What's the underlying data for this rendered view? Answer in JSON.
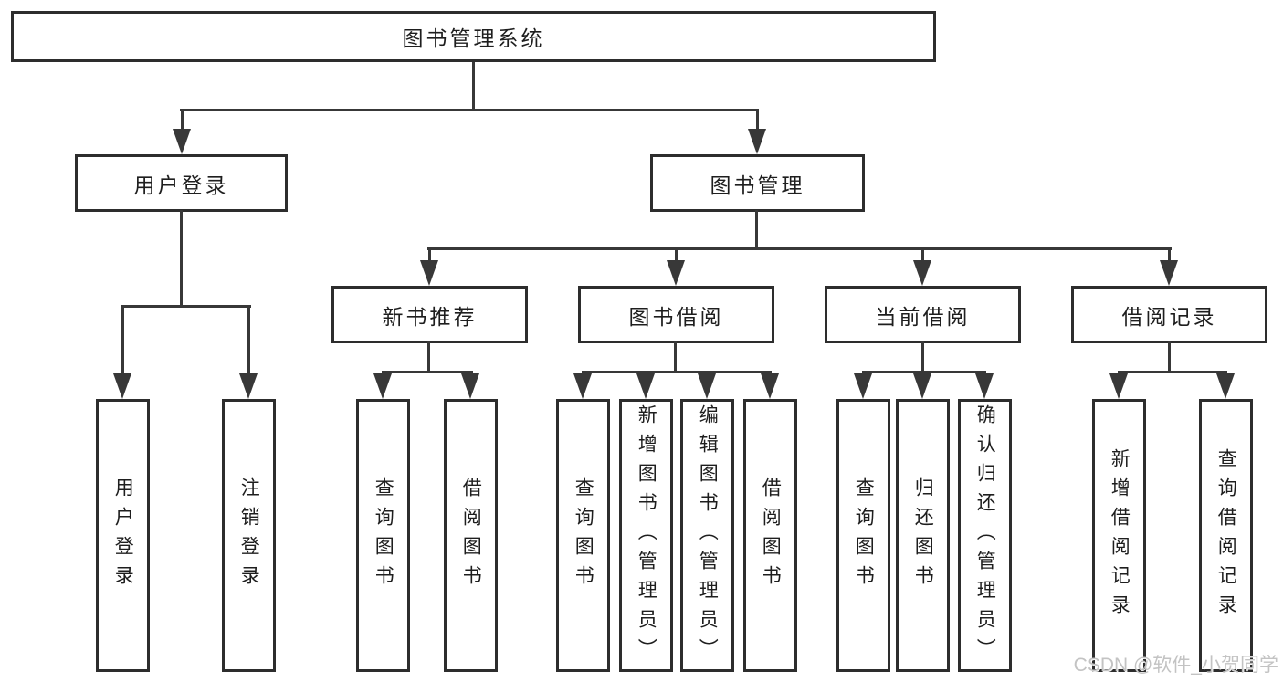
{
  "diagram": {
    "root": {
      "label": "图书管理系统"
    },
    "branches": [
      {
        "label": "用户登录",
        "children": [
          {
            "label": "用户登录"
          },
          {
            "label": "注销登录"
          }
        ]
      },
      {
        "label": "图书管理",
        "children": [
          {
            "label": "新书推荐",
            "children": [
              {
                "label": "查询图书"
              },
              {
                "label": "借阅图书"
              }
            ]
          },
          {
            "label": "图书借阅",
            "children": [
              {
                "label": "查询图书"
              },
              {
                "label": "新增图书（管理员）"
              },
              {
                "label": "编辑图书（管理员）"
              },
              {
                "label": "借阅图书"
              }
            ]
          },
          {
            "label": "当前借阅",
            "children": [
              {
                "label": "查询图书"
              },
              {
                "label": "归还图书"
              },
              {
                "label": "确认归还（管理员）"
              }
            ]
          },
          {
            "label": "借阅记录",
            "children": [
              {
                "label": "新增借阅记录"
              },
              {
                "label": "查询借阅记录"
              }
            ]
          }
        ]
      }
    ]
  },
  "watermark": {
    "text": "CSDN @软件_小贺同学"
  },
  "colors": {
    "background": "#ffffff",
    "line": "#383838",
    "box_border": "#2d2d2d",
    "text": "#1e1e1e",
    "watermark": "#c3c3c3"
  }
}
